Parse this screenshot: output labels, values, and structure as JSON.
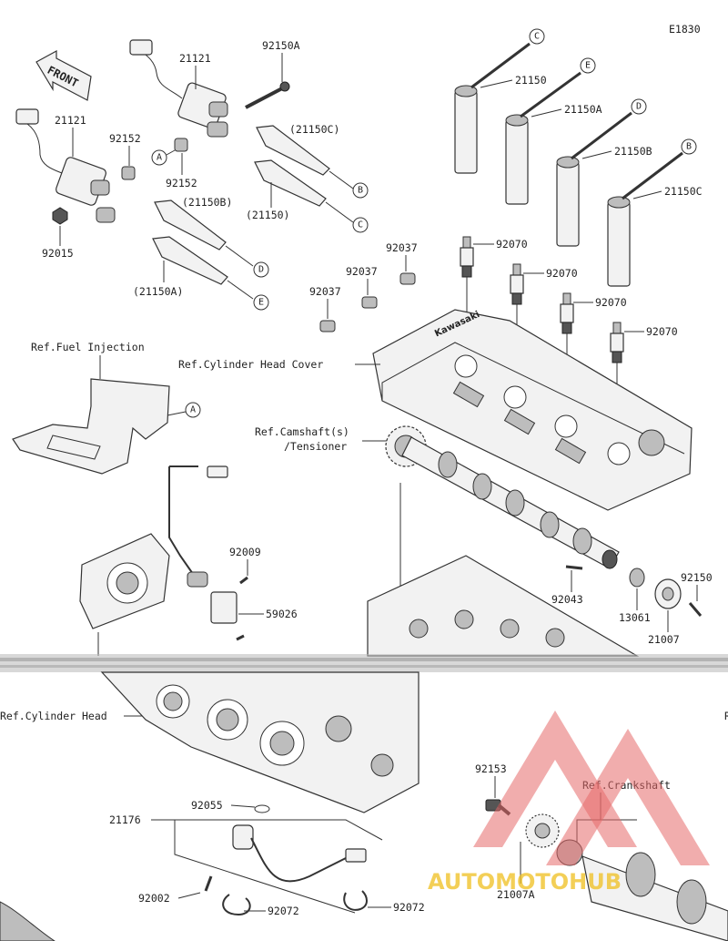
{
  "diagram_code": "E1830",
  "front_label": "FRONT",
  "callouts": {
    "a": "A",
    "b": "B",
    "c": "C",
    "d": "D",
    "e": "E"
  },
  "parts": {
    "coil_21121_top": "21121",
    "coil_21121_left": "21121",
    "bolt_92150a": "92150A",
    "collar_92152_left": "92152",
    "collar_92152_mid": "92152",
    "nut_92015": "92015",
    "cap_21150c_paren": "(21150C)",
    "cap_21150_paren": "(21150)",
    "cap_21150b_paren": "(21150B)",
    "cap_21150a_paren": "(21150A)",
    "cap_21150": "21150",
    "cap_21150a": "21150A",
    "cap_21150b": "21150B",
    "cap_21150c": "21150C",
    "clamp_92037_1": "92037",
    "clamp_92037_2": "92037",
    "clamp_92037_3": "92037",
    "plug_92070_1": "92070",
    "plug_92070_2": "92070",
    "plug_92070_3": "92070",
    "plug_92070_4": "92070",
    "screw_92009": "92009",
    "sensor_59026": "59026",
    "pin_92043": "92043",
    "rotor_13061": "13061",
    "bolt_92150": "92150",
    "cover_21007": "21007",
    "bolt_92153": "92153",
    "rotor_21007a": "21007A",
    "sensor_21176": "21176",
    "oring_92055": "92055",
    "bolt_92002": "92002",
    "clamp_92072_1": "92072",
    "clamp_92072_2": "92072"
  },
  "references": {
    "fuel_injection": "Ref.Fuel Injection",
    "cylinder_head_cover": "Ref.Cylinder Head Cover",
    "camshaft_line1": "Ref.Camshaft(s)",
    "camshaft_line2": "/Tensioner",
    "cylinder_head": "Ref.Cylinder Head",
    "crankshaft": "Ref.Crankshaft",
    "cut_r": "R"
  },
  "cover_brand": "Kawasaki",
  "watermark": "AUTOMOTOHUB",
  "colors": {
    "line": "#333333",
    "watermark": "#e66a6a",
    "watermark_text": "#f0c020"
  }
}
